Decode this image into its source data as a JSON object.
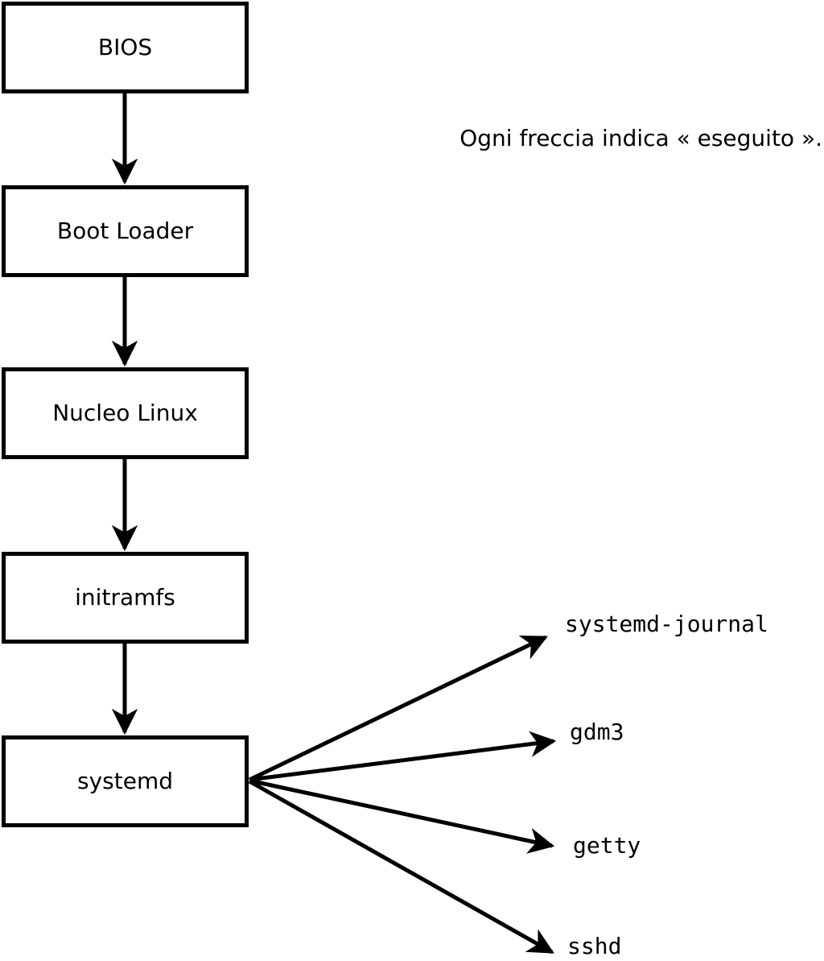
{
  "caption": "Ogni freccia indica « eseguito ».",
  "flow_boxes": [
    {
      "label": "BIOS"
    },
    {
      "label": "Boot Loader"
    },
    {
      "label": "Nucleo Linux"
    },
    {
      "label": "initramfs"
    },
    {
      "label": "systemd"
    }
  ],
  "services": [
    {
      "label": "systemd-journal"
    },
    {
      "label": "gdm3"
    },
    {
      "label": "getty"
    },
    {
      "label": "sshd"
    }
  ],
  "colors": {
    "line": "#000000",
    "background": "#ffffff"
  }
}
